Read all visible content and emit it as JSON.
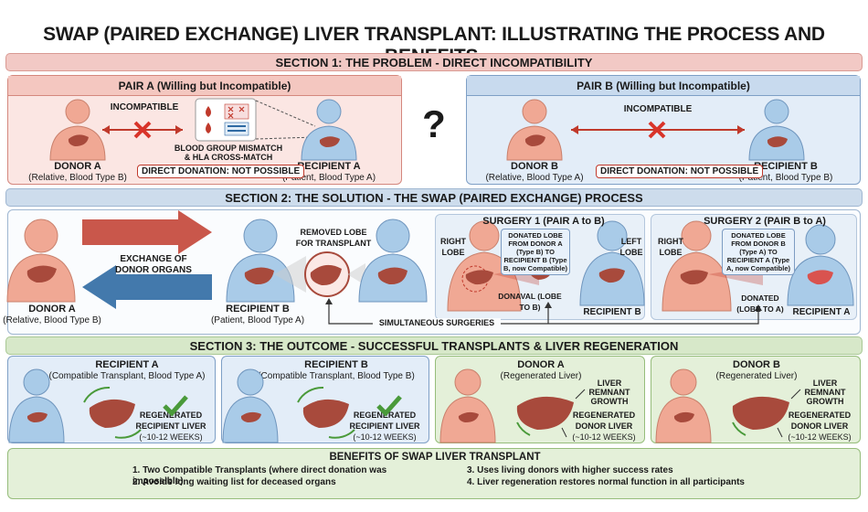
{
  "title": "SWAP (PAIRED EXCHANGE) LIVER TRANSPLANT: ILLUSTRATING THE PROCESS AND BENEFITS.",
  "section1": {
    "heading": "SECTION 1: THE PROBLEM - DIRECT INCOMPATIBILITY",
    "pairA": {
      "heading": "PAIR A (Willing but Incompatible)",
      "incompatible": "INCOMPATIBLE",
      "mismatch_line1": "BLOOD GROUP MISMATCH",
      "mismatch_line2": "& HLA CROSS-MATCH",
      "donor_name": "DONOR A",
      "donor_sub": "(Relative, Blood Type B)",
      "recipient_name": "RECIPIENT A",
      "recipient_sub": "(Patient, Blood Type A)",
      "no_direct": "DIRECT DONATION: NOT POSSIBLE"
    },
    "question": "?",
    "pairB": {
      "heading": "PAIR B (Willing but Incompatible)",
      "incompatible": "INCOMPATIBLE",
      "donor_name": "DONOR B",
      "donor_sub": "(Relative, Blood Type A)",
      "recipient_name": "RECIPIENT B",
      "recipient_sub": "(Patient, Blood Type B)",
      "no_direct": "DIRECT DONATION: NOT POSSIBLE"
    }
  },
  "section2": {
    "heading": "SECTION 2: THE SOLUTION - THE SWAP (PAIRED EXCHANGE) PROCESS",
    "exchange_line1": "EXCHANGE OF",
    "exchange_line2": "DONOR ORGANS",
    "donor_name": "DONOR A",
    "donor_sub": "(Relative, Blood Type B)",
    "recipient_name": "RECIPIENT B",
    "recipient_sub": "(Patient, Blood Type A)",
    "removed_line1": "REMOVED LOBE",
    "removed_line2": "FOR TRANSPLANT",
    "surgery1": {
      "heading": "SURGERY 1 (PAIR A to B)",
      "right_lobe": "RIGHT LOBE",
      "left_lobe": "LEFT LOBE",
      "callout": "DONATED LOBE FROM DONOR A (Type B) TO RECIPIENT B (Type B, now Compatible)",
      "donaval": "DONAVAL (LOBE TO B)",
      "recipient": "RECIPIENT B"
    },
    "surgery2": {
      "heading": "SURGERY 2 (PAIR B to A)",
      "right_lobe": "RIGHT LOBE",
      "callout": "DONATED LOBE FROM DONOR B (Type A) TO RECIPIENT A (Type A, now Compatible)",
      "donated": "DONATED (LOBE TO A)",
      "recipient": "RECIPIENT A"
    },
    "simultaneous": "SIMULTANEOUS SURGERIES"
  },
  "section3": {
    "heading": "SECTION 3: THE OUTCOME - SUCCESSFUL TRANSPLANTS & LIVER REGENERATION",
    "cards": [
      {
        "name": "RECIPIENT A",
        "sub": "(Compatible Transplant, Blood Type A)",
        "label1": "REGENERATED",
        "label2": "RECIPIENT LIVER",
        "weeks": "(~10-12 WEEKS)"
      },
      {
        "name": "RECIPIENT B",
        "sub": "(Compatible Transplant, Blood Type B)",
        "label1": "REGENERATED",
        "label2": "RECIPIENT LIVER",
        "weeks": "(~10-12 WEEKS)"
      },
      {
        "name": "DONOR A",
        "sub": "(Regenerated Liver)",
        "growth1": "LIVER",
        "growth2": "REMNANT",
        "growth3": "GROWTH",
        "label1": "REGENERATED",
        "label2": "DONOR LIVER",
        "weeks": "(~10-12 WEEKS)"
      },
      {
        "name": "DONOR B",
        "sub": "(Regenerated Liver)",
        "growth1": "LIVER",
        "growth2": "REMNANT",
        "growth3": "GROWTH",
        "label1": "REGENERATED",
        "label2": "DONOR LIVER",
        "weeks": "(~10-12 WEEKS)"
      }
    ]
  },
  "benefits": {
    "heading": "BENEFITS OF SWAP LIVER TRANSPLANT",
    "items": [
      "1. Two Compatible Transplants (where direct donation was impossible)",
      "2. Avoids long waiting list for deceased organs",
      "3. Uses living donors with higher success rates",
      "4. Liver regeneration restores normal function in all participants"
    ]
  },
  "colors": {
    "donor_skin": "#f0a894",
    "recipient_skin": "#a9cbe8",
    "liver": "#a84a3c",
    "red_arrow": "#c0392b",
    "blue_arrow": "#2f6aa3",
    "check": "#4a9a3a"
  }
}
